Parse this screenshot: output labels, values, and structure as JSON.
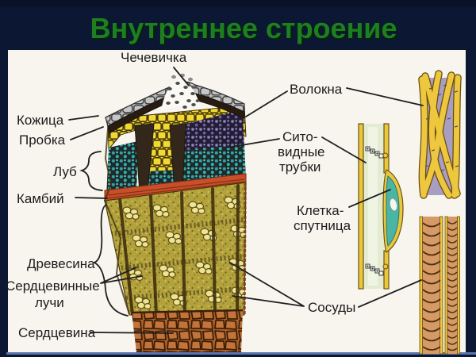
{
  "slide": {
    "title": "Внутреннее строение",
    "colors": {
      "background": "#0b1733",
      "title_green": "#1e7f1e",
      "panel_white": "#f7f5ee",
      "label_text": "#1c1c1c",
      "bottom_accent_line": "#5a76ad"
    }
  },
  "diagram": {
    "labels": {
      "lenticel": "Чечевичка",
      "skin": "Кожица",
      "cork": "Пробка",
      "bast": "Луб",
      "cambium": "Камбий",
      "wood": "Древесина",
      "pith_rays_line1": "Сердцевинные",
      "pith_rays_line2": "лучи",
      "pith": "Сердцевина",
      "fibers": "Волокна",
      "sieve_tubes_line1": "Сито-",
      "sieve_tubes_line2": "видные",
      "sieve_tubes_line3": "трубки",
      "companion_cell_line1": "Клетка-",
      "companion_cell_line2": "спутница",
      "vessels": "Сосуды"
    },
    "tissue_colors": {
      "epidermis_gray": "#b8b8b8",
      "cork_dark": "#281c10",
      "yellow_cells": "#f2d832",
      "phloem_teal": "#2fa3a8",
      "phloem_purple": "#8d7fc0",
      "cambium_red": "#c7502a",
      "wood_olive": "#b3a23c",
      "wood_vessel_pale": "#ede391",
      "pith_brown": "#b05f28",
      "fiber_yellow": "#edc73e",
      "fiber_gap_gray": "#a79ec2",
      "sieve_interior_green": "#e3ecd2",
      "companion_cell_teal": "#4ab5a5",
      "vessel_tube_tan": "#d69a66"
    }
  }
}
